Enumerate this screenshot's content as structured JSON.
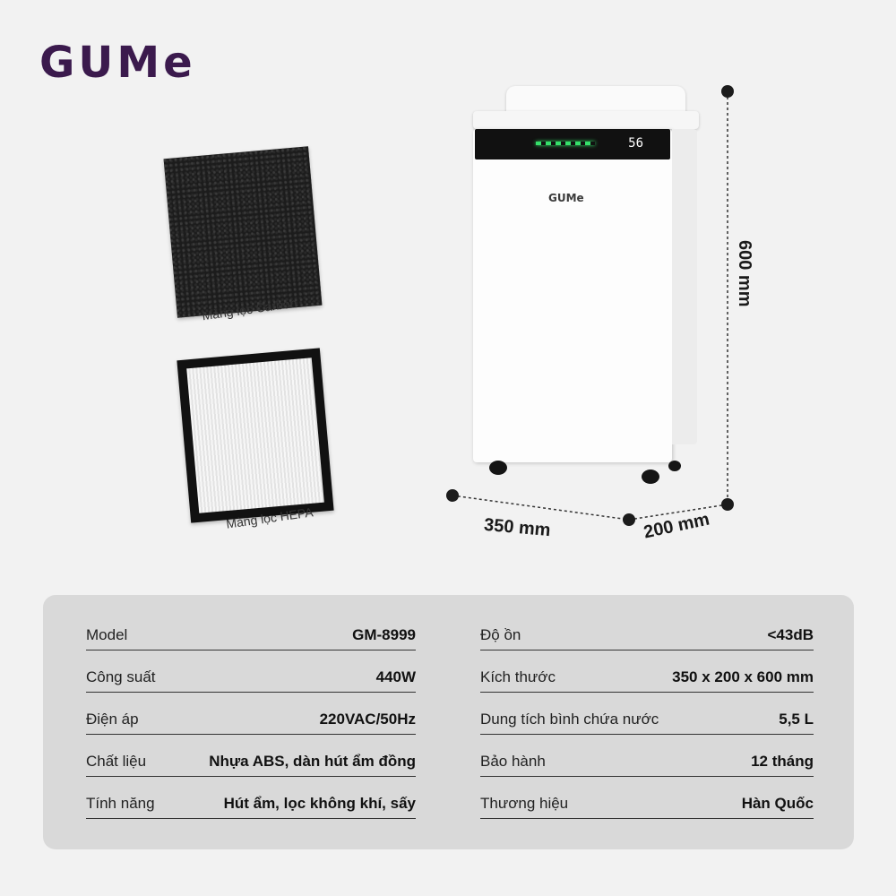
{
  "brand": {
    "logo": "GUMe",
    "unit_logo": "GUMe"
  },
  "filters": {
    "carbon_label": "Màng lọc Carbon",
    "hepa_label": "Màng lọc HEPA"
  },
  "product": {
    "display_value": "56"
  },
  "dimensions": {
    "height": "600 mm",
    "width": "350 mm",
    "depth": "200 mm"
  },
  "specs": {
    "left": [
      {
        "label": "Model",
        "value": "GM-8999"
      },
      {
        "label": "Công suất",
        "value": "440W"
      },
      {
        "label": "Điện áp",
        "value": "220VAC/50Hz"
      },
      {
        "label": "Chất liệu",
        "value": "Nhựa ABS, dàn hút ẩm đồng"
      },
      {
        "label": "Tính năng",
        "value": "Hút ẩm, lọc không khí, sấy"
      }
    ],
    "right": [
      {
        "label": "Độ ồn",
        "value": "<43dB"
      },
      {
        "label": "Kích thước",
        "value": "350 x 200 x 600 mm"
      },
      {
        "label": "Dung tích bình chứa nước",
        "value": "5,5 L"
      },
      {
        "label": "Bảo hành",
        "value": "12 tháng"
      },
      {
        "label": "Thương hiệu",
        "value": "Hàn Quốc"
      }
    ]
  },
  "colors": {
    "brand": "#3b1a4d",
    "led": "#35e06a",
    "panel_bg": "#d9d9d9"
  },
  "icons": [
    "dimension-dot"
  ]
}
